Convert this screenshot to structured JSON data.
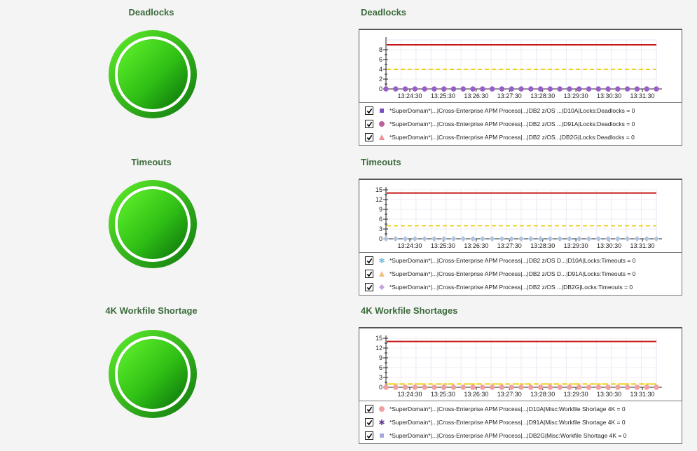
{
  "panels": [
    {
      "indicator_title": "Deadlocks",
      "indicator_status": "green",
      "chart_title": "Deadlocks",
      "chart_data": {
        "type": "line",
        "y_ticks": [
          "8",
          "6",
          "4",
          "2",
          "0"
        ],
        "ylim": [
          0,
          10
        ],
        "x_ticks": [
          "13:24:30",
          "13:25:30",
          "13:26:30",
          "13:27:30",
          "13:28:30",
          "13:29:30",
          "13:30:30",
          "13:31:30"
        ],
        "thresholds": [
          {
            "value": 9,
            "color": "#c81414",
            "style": "solid"
          },
          {
            "value": 4,
            "color": "#f0d020",
            "style": "dashed"
          }
        ],
        "marker_color": "#9a5fc8",
        "marker_shape": "circle",
        "values": [
          0,
          0,
          0,
          0,
          0,
          0,
          0,
          0,
          0,
          0,
          0,
          0,
          0,
          0,
          0,
          0,
          0,
          0,
          0,
          0,
          0,
          0,
          0,
          0,
          0,
          0,
          0,
          0,
          0
        ]
      },
      "legend": [
        {
          "checked": true,
          "marker": "square",
          "color": "#7a4fc0",
          "text": "*SuperDomain*|...|Cross-Enterprise APM Process|...|DB2 z/OS ...|D10A|Locks:Deadlocks = 0"
        },
        {
          "checked": true,
          "marker": "circle",
          "color": "#c060a0",
          "text": "*SuperDomain*|...|Cross-Enterprise APM Process|...|DB2 z/OS ...|D91A|Locks:Deadlocks = 0"
        },
        {
          "checked": true,
          "marker": "triangle",
          "color": "#f09090",
          "text": "*SuperDomain*|...|Cross-Enterprise APM Process|...|DB2 z/OS...|DB2G|Locks:Deadlocks = 0"
        }
      ]
    },
    {
      "indicator_title": "Timeouts",
      "indicator_status": "green",
      "chart_title": "Timeouts",
      "chart_data": {
        "type": "line",
        "y_ticks": [
          "15",
          "12",
          "9",
          "6",
          "3",
          "0"
        ],
        "ylim": [
          0,
          15
        ],
        "x_ticks": [
          "13:24:30",
          "13:25:30",
          "13:26:30",
          "13:27:30",
          "13:28:30",
          "13:29:30",
          "13:30:30",
          "13:31:30"
        ],
        "thresholds": [
          {
            "value": 14,
            "color": "#c81414",
            "style": "solid"
          },
          {
            "value": 4,
            "color": "#f0d020",
            "style": "dashed"
          }
        ],
        "marker_color": "#b0c4e0",
        "marker_shape": "diamond",
        "values": [
          0,
          0,
          0,
          0,
          0,
          0,
          0,
          0,
          0,
          0,
          0,
          0,
          0,
          0,
          0,
          0,
          0,
          0,
          0,
          0,
          0,
          0,
          0,
          0,
          0,
          0,
          0,
          0,
          0
        ]
      },
      "legend": [
        {
          "checked": true,
          "marker": "asterisk",
          "color": "#70c0e0",
          "text": "*SuperDomain*|...|Cross-Enterprise APM Process|...|DB2 z/OS D...|D10A|Locks:Timeouts = 0"
        },
        {
          "checked": true,
          "marker": "triangle",
          "color": "#f0c080",
          "text": "*SuperDomain*|...|Cross-Enterprise APM Process|...|DB2 z/OS D...|D91A|Locks:Timeouts = 0"
        },
        {
          "checked": true,
          "marker": "diamond",
          "color": "#c8a0e0",
          "text": "*SuperDomain*|...|Cross-Enterprise APM Process|...|DB2 z/OS ...|DB2G|Locks:Timeouts = 0"
        }
      ]
    },
    {
      "indicator_title": "4K Workfile Shortage",
      "indicator_status": "green",
      "chart_title": "4K Workfile Shortages",
      "chart_data": {
        "type": "line",
        "y_ticks": [
          "15",
          "12",
          "9",
          "6",
          "3",
          "0"
        ],
        "ylim": [
          0,
          15
        ],
        "x_ticks": [
          "13:24:30",
          "13:25:30",
          "13:26:30",
          "13:27:30",
          "13:28:30",
          "13:29:30",
          "13:30:30",
          "13:31:30"
        ],
        "thresholds": [
          {
            "value": 14,
            "color": "#c81414",
            "style": "solid"
          },
          {
            "value": 1,
            "color": "#f0d020",
            "style": "dashed"
          }
        ],
        "marker_color": "#f0a0a0",
        "marker_shape": "circle",
        "values": [
          0,
          0,
          0,
          0,
          0,
          0,
          0,
          0,
          0,
          0,
          0,
          0,
          0,
          0,
          0,
          0,
          0,
          0,
          0,
          0,
          0,
          0,
          0,
          0,
          0,
          0,
          0,
          0,
          0
        ]
      },
      "legend": [
        {
          "checked": true,
          "marker": "circle",
          "color": "#f0a0a0",
          "text": "*SuperDomain*|...|Cross-Enterprise APM Process|...|D10A|Misc:Workfile Shortage 4K = 0"
        },
        {
          "checked": true,
          "marker": "asterisk",
          "color": "#5a3090",
          "text": "*SuperDomain*|...|Cross-Enterprise APM Process|...|D91A|Misc:Workfile Shortage 4K = 0"
        },
        {
          "checked": true,
          "marker": "square",
          "color": "#a8a8e0",
          "text": "*SuperDomain*|...|Cross-Enterprise APM Process|...|DB2G|Misc:Workfile Shortage 4K = 0"
        }
      ]
    }
  ]
}
